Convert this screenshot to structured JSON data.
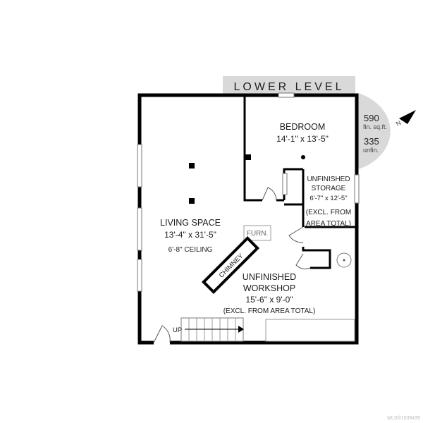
{
  "title": "LOWER LEVEL",
  "area": {
    "finished_value": "590",
    "finished_label": "fin. sq.ft.",
    "unfinished_value": "335",
    "unfinished_label": "unfin.",
    "north_label": "N"
  },
  "rooms": {
    "bedroom": {
      "name": "BEDROOM",
      "dims": "14'-1\" x 13'-5\""
    },
    "storage": {
      "name_line1": "UNFINISHED",
      "name_line2": "STORAGE",
      "dims": "6'-7\" x 12'-5\"",
      "note_line1": "(EXCL. FROM",
      "note_line2": "AREA TOTAL)"
    },
    "living": {
      "name": "LIVING SPACE",
      "dims": "13'-4\" x 31'-5\"",
      "ceiling": "6'-8\" CEILING"
    },
    "workshop": {
      "name_line1": "UNFINISHED",
      "name_line2": "WORKSHOP",
      "dims": "15'-6\" x 9'-0\"",
      "note": "(EXCL. FROM AREA TOTAL)"
    }
  },
  "fixtures": {
    "furnace": "FURN.",
    "chimney": "CHIMNEY",
    "stairs_label": "UP"
  },
  "footer": {
    "mls": "MLS®1039439"
  },
  "colors": {
    "banner": "#d9d9d9",
    "compass": "#d9d9d9",
    "wall": "#000000"
  }
}
